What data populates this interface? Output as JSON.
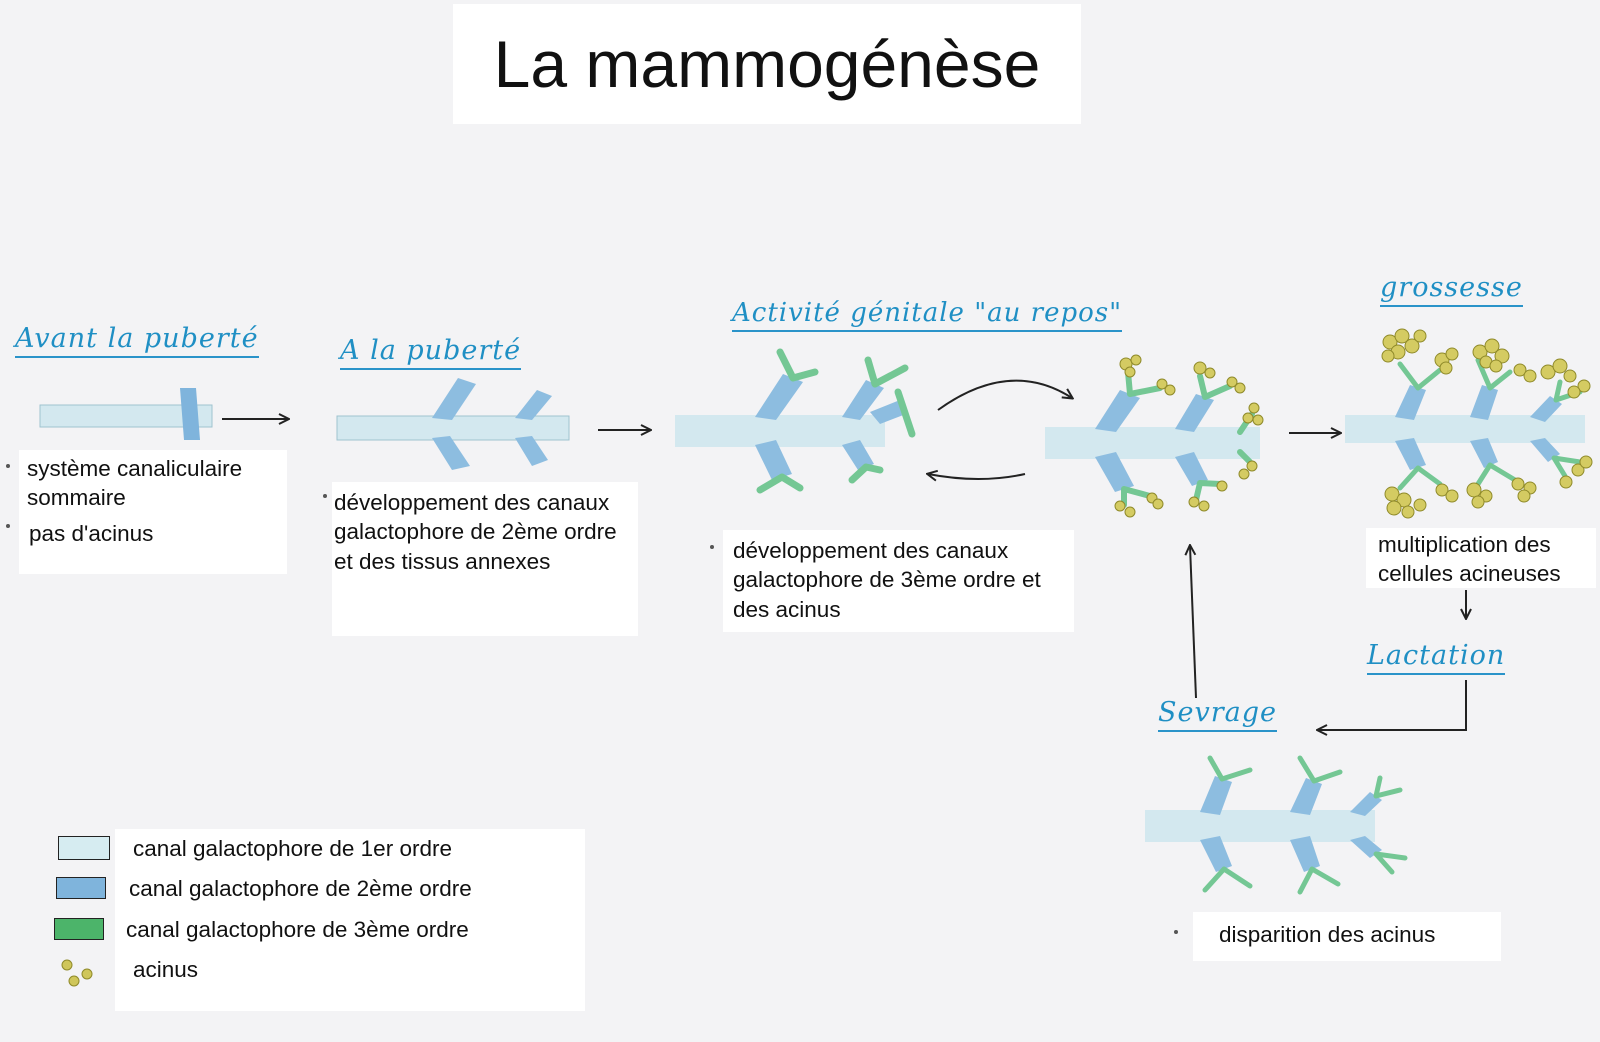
{
  "title": "La mammogénèse",
  "stages": {
    "avant_puberte": "Avant la puberté",
    "puberte": "A la puberté",
    "activite": "Activité génitale \"au repos\"",
    "grossesse": "grossesse",
    "lactation": "Lactation",
    "sevrage": "Sevrage"
  },
  "descriptions": {
    "avant_puberte": [
      "système canaliculaire sommaire",
      "pas d'acinus"
    ],
    "puberte": "développement des canaux galactophore de 2ème ordre et des tissus annexes",
    "activite": "développement des canaux galactophore de 3ème ordre et des acinus",
    "grossesse": "multiplication des cellules acineuses",
    "sevrage": "disparition des acinus"
  },
  "legend": [
    {
      "label": "canal galactophore de 1er ordre",
      "color": "#d6ecf1"
    },
    {
      "label": "canal galactophore de 2ème ordre",
      "color": "#7fb4dc"
    },
    {
      "label": "canal galactophore de 3ème ordre",
      "color": "#4cb46a"
    },
    {
      "label": "acinus",
      "color": "#cfc65a"
    }
  ],
  "colors": {
    "primary_duct": "#cfe6ee",
    "secondary_duct": "#8dbde0",
    "tertiary_duct": "#74c794",
    "acinus": "#d4cb62",
    "handwriting": "#1f8fc4",
    "arrow": "#222222"
  }
}
